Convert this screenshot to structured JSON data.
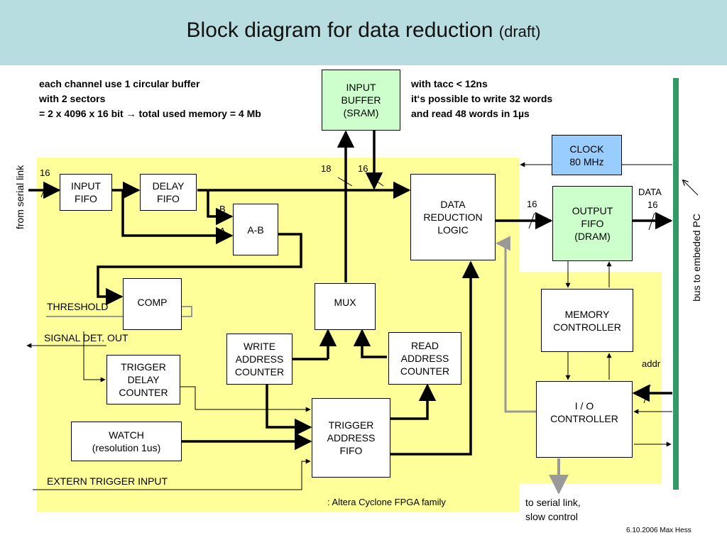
{
  "title": {
    "main": "Block diagram for data reduction",
    "draft": "(draft)"
  },
  "notes": {
    "left": [
      "each channel  use 1 circular buffer",
      "with 2 sectors",
      "= 2 x 4096 x 16 bit → total used memory = 4 Mb"
    ],
    "right": [
      "with tacc  < 12ns",
      "it‘s possible to write 32 words",
      "and read 48 words in 1µs"
    ]
  },
  "blocks": {
    "input_buffer": [
      "INPUT",
      "BUFFER",
      "(SRAM)"
    ],
    "clock": [
      "CLOCK",
      "80 MHz"
    ],
    "input_fifo": [
      "INPUT",
      "FIFO"
    ],
    "delay_fifo": [
      "DELAY",
      "FIFO"
    ],
    "a_b": [
      "A-B"
    ],
    "data_reduction": [
      "DATA",
      "REDUCTION",
      "LOGIC"
    ],
    "output_fifo": [
      "OUTPUT",
      "FIFO",
      "(DRAM)"
    ],
    "comp": [
      "COMP"
    ],
    "mux": [
      "MUX"
    ],
    "memory_controller": [
      "MEMORY",
      "CONTROLLER"
    ],
    "write_addr": [
      "WRITE",
      "ADDRESS",
      "COUNTER"
    ],
    "read_addr": [
      "READ",
      "ADDRESS",
      "COUNTER"
    ],
    "trigger_delay": [
      "TRIGGER",
      "DELAY",
      "COUNTER"
    ],
    "io_controller": [
      "I / O",
      "CONTROLLER"
    ],
    "trigger_addr_fifo": [
      "TRIGGER",
      "ADDRESS",
      "FIFO"
    ],
    "watch": [
      "WATCH",
      "(resolution 1us)"
    ]
  },
  "labels": {
    "from_serial_link": "from serial link",
    "bus_pc": "bus to embeded PC",
    "bw_16_in": "16",
    "bw_18": "18",
    "bw_16_buf": "16",
    "bw_16_out": "16",
    "data": "DATA",
    "bw_16_data": "16",
    "port_b": "B",
    "port_a": "A",
    "threshold": "THRESHOLD",
    "signal_det_out": "SIGNAL DET. OUT",
    "extern_trigger": "EXTERN TRIGGER INPUT",
    "addr": "addr",
    "legend": ":  Altera Cyclone FPGA  family",
    "to_serial": [
      "to serial link,",
      "slow control"
    ],
    "footer": "6.10.2006  Max Hess"
  },
  "colors": {
    "header": "#b7dde1",
    "fpga": "#ffff99",
    "green_block": "#ccffcc",
    "clock": "#99ccff",
    "bus": "#339966",
    "gray_wire": "#999999"
  }
}
